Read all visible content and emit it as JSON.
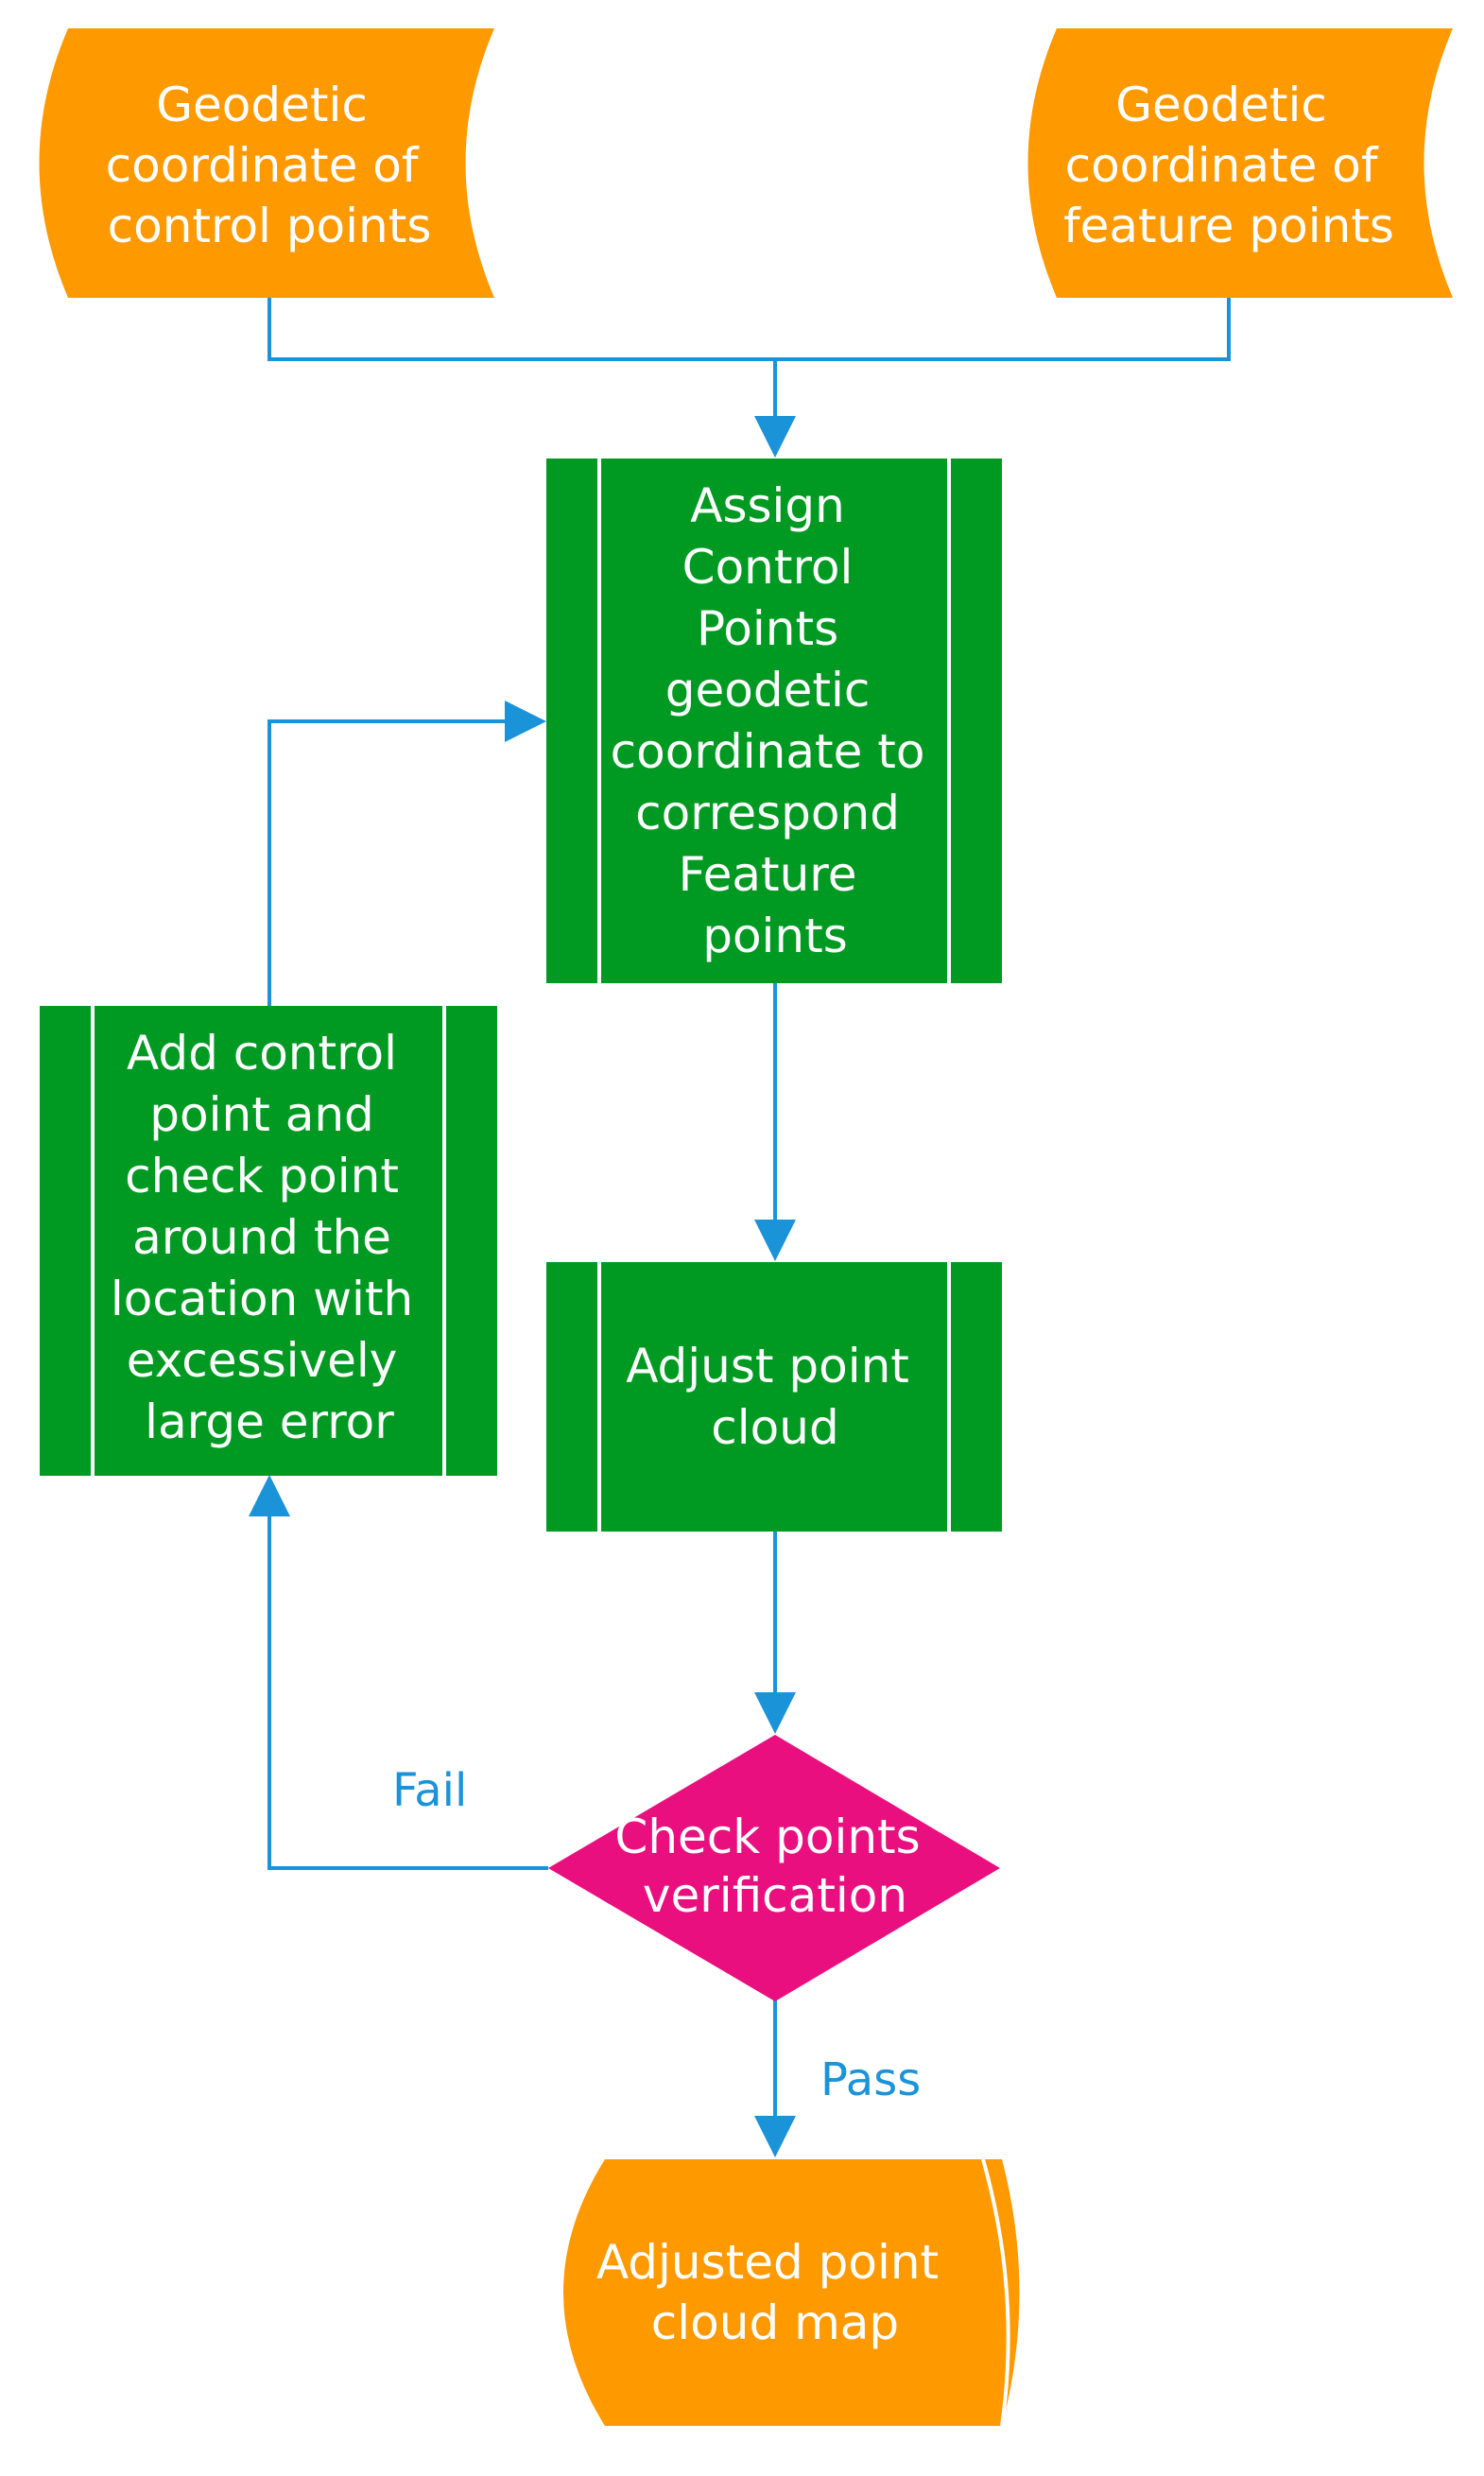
{
  "colors": {
    "data_node": "#ff9900",
    "process_node": "#009a22",
    "decision_node": "#ea0f7e",
    "connector": "#1a93d8",
    "node_text": "#ffffff",
    "edge_label": "#1a93d8"
  },
  "nodes": {
    "control_points_input": {
      "lines": [
        "Geodetic",
        "coordinate of",
        "control points"
      ]
    },
    "feature_points_input": {
      "lines": [
        "Geodetic",
        "coordinate of",
        "feature points"
      ]
    },
    "assign_process": {
      "lines": [
        "Assign",
        "Control",
        "Points",
        "geodetic",
        "coordinate to",
        "correspond",
        "Feature",
        "points"
      ]
    },
    "adjust_process": {
      "lines": [
        "Adjust point",
        "cloud"
      ]
    },
    "add_points_process": {
      "lines": [
        "Add control",
        "point and",
        "check point",
        "around the",
        "location with",
        "excessively",
        "large error"
      ]
    },
    "verification_decision": {
      "lines": [
        "Check points",
        "verification"
      ]
    },
    "output_storage": {
      "lines": [
        "Adjusted point",
        "cloud map"
      ]
    }
  },
  "edges": {
    "fail_label": "Fail",
    "pass_label": "Pass"
  }
}
